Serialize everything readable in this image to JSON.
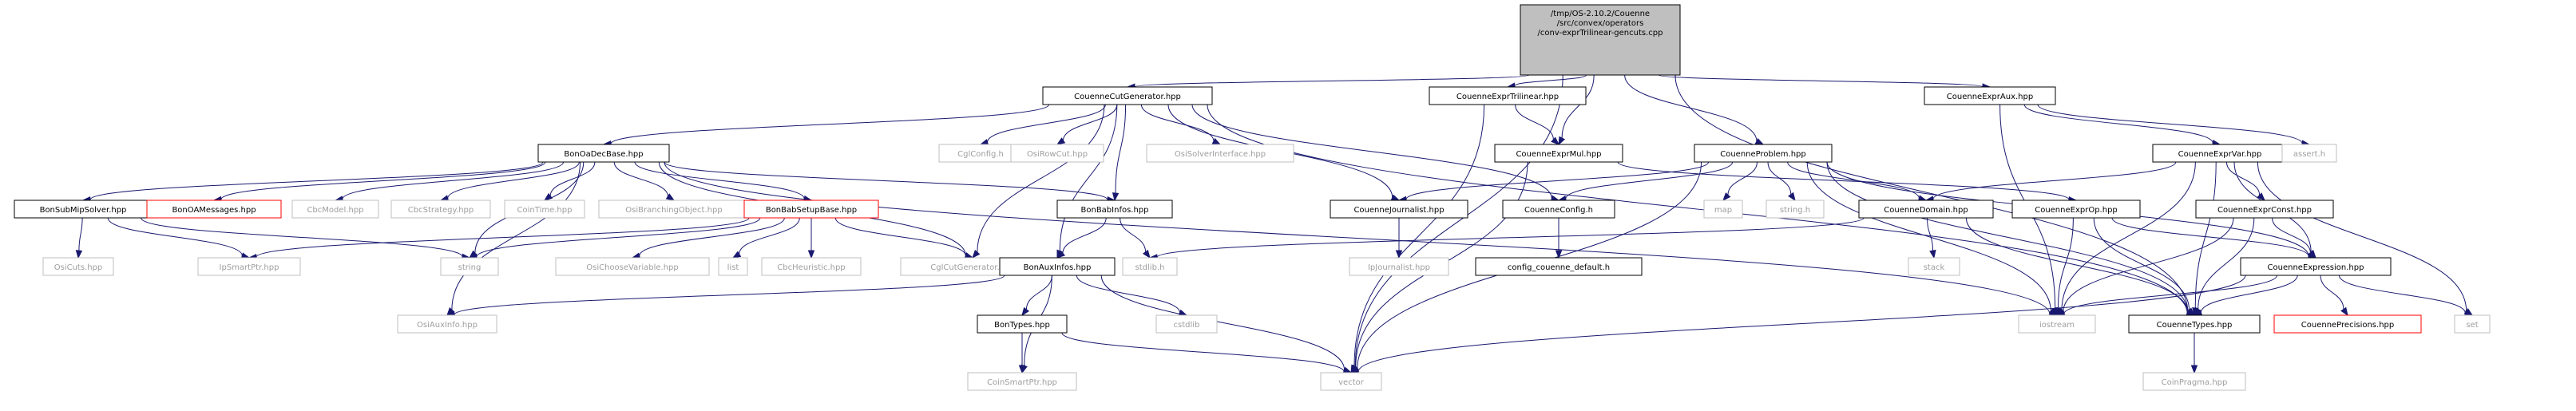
{
  "colors": {
    "edge": "#191970",
    "root_fill": "#bfbfbf",
    "box_stroke_normal": "#000000",
    "box_stroke_external": "#bfbfbf",
    "box_stroke_missing": "#ff0000",
    "text_normal": "#000000",
    "text_external": "#9e9e9e"
  },
  "root": {
    "lines": [
      "/tmp/OS-2.10.2/Couenne",
      "/src/convex/operators",
      "/conv-exprTrilinear-gencuts.cpp"
    ]
  },
  "nodes": [
    {
      "id": "CouenneCutGenerator",
      "label": "CouenneCutGenerator.hpp",
      "kind": "normal"
    },
    {
      "id": "CouenneExprTrilinear",
      "label": "CouenneExprTrilinear.hpp",
      "kind": "normal"
    },
    {
      "id": "CouenneExprAux",
      "label": "CouenneExprAux.hpp",
      "kind": "normal"
    },
    {
      "id": "BonOaDecBase",
      "label": "BonOaDecBase.hpp",
      "kind": "normal"
    },
    {
      "id": "CglConfig",
      "label": "CglConfig.h",
      "kind": "external"
    },
    {
      "id": "OsiRowCut",
      "label": "OsiRowCut.hpp",
      "kind": "external"
    },
    {
      "id": "OsiSolverInterface",
      "label": "OsiSolverInterface.hpp",
      "kind": "external"
    },
    {
      "id": "CouenneExprMul",
      "label": "CouenneExprMul.hpp",
      "kind": "normal"
    },
    {
      "id": "CouenneProblem",
      "label": "CouenneProblem.hpp",
      "kind": "normal"
    },
    {
      "id": "CouenneExprVar",
      "label": "CouenneExprVar.hpp",
      "kind": "normal"
    },
    {
      "id": "assert",
      "label": "assert.h",
      "kind": "external"
    },
    {
      "id": "BonSubMipSolver",
      "label": "BonSubMipSolver.hpp",
      "kind": "normal"
    },
    {
      "id": "BonOAMessages",
      "label": "BonOAMessages.hpp",
      "kind": "missing"
    },
    {
      "id": "CbcModel",
      "label": "CbcModel.hpp",
      "kind": "external"
    },
    {
      "id": "CbcStrategy",
      "label": "CbcStrategy.hpp",
      "kind": "external"
    },
    {
      "id": "CoinTime",
      "label": "CoinTime.hpp",
      "kind": "external"
    },
    {
      "id": "OsiBranchingObject",
      "label": "OsiBranchingObject.hpp",
      "kind": "external"
    },
    {
      "id": "BonBabSetupBase",
      "label": "BonBabSetupBase.hpp",
      "kind": "missing"
    },
    {
      "id": "BonBabInfos",
      "label": "BonBabInfos.hpp",
      "kind": "normal"
    },
    {
      "id": "CouenneJournalist",
      "label": "CouenneJournalist.hpp",
      "kind": "normal"
    },
    {
      "id": "CouenneConfig",
      "label": "CouenneConfig.h",
      "kind": "normal"
    },
    {
      "id": "map",
      "label": "map",
      "kind": "external"
    },
    {
      "id": "stringh",
      "label": "string.h",
      "kind": "external"
    },
    {
      "id": "CouenneDomain",
      "label": "CouenneDomain.hpp",
      "kind": "normal"
    },
    {
      "id": "CouenneExprOp",
      "label": "CouenneExprOp.hpp",
      "kind": "normal"
    },
    {
      "id": "CouenneExprConst",
      "label": "CouenneExprConst.hpp",
      "kind": "normal"
    },
    {
      "id": "OsiCuts",
      "label": "OsiCuts.hpp",
      "kind": "external"
    },
    {
      "id": "IpSmartPtr",
      "label": "IpSmartPtr.hpp",
      "kind": "external"
    },
    {
      "id": "string",
      "label": "string",
      "kind": "external"
    },
    {
      "id": "OsiChooseVariable",
      "label": "OsiChooseVariable.hpp",
      "kind": "external"
    },
    {
      "id": "list",
      "label": "list",
      "kind": "external"
    },
    {
      "id": "CbcHeuristic",
      "label": "CbcHeuristic.hpp",
      "kind": "external"
    },
    {
      "id": "CglCutGenerator",
      "label": "CglCutGenerator.hpp",
      "kind": "external"
    },
    {
      "id": "stdlib",
      "label": "stdlib.h",
      "kind": "external"
    },
    {
      "id": "IpJournalist",
      "label": "IpJournalist.hpp",
      "kind": "external"
    },
    {
      "id": "config_couenne_default",
      "label": "config_couenne_default.h",
      "kind": "normal"
    },
    {
      "id": "stack",
      "label": "stack",
      "kind": "external"
    },
    {
      "id": "CouenneExpression",
      "label": "CouenneExpression.hpp",
      "kind": "normal"
    },
    {
      "id": "BonAuxInfos",
      "label": "BonAuxInfos.hpp",
      "kind": "normal"
    },
    {
      "id": "cstdlib",
      "label": "cstdlib",
      "kind": "external"
    },
    {
      "id": "OsiAuxInfo",
      "label": "OsiAuxInfo.hpp",
      "kind": "external"
    },
    {
      "id": "BonTypes",
      "label": "BonTypes.hpp",
      "kind": "normal"
    },
    {
      "id": "iostream",
      "label": "iostream",
      "kind": "external"
    },
    {
      "id": "CouenneTypes",
      "label": "CouenneTypes.hpp",
      "kind": "normal"
    },
    {
      "id": "CouennePrecisions",
      "label": "CouennePrecisions.hpp",
      "kind": "missing"
    },
    {
      "id": "set",
      "label": "set",
      "kind": "external"
    },
    {
      "id": "CoinSmartPtr",
      "label": "CoinSmartPtr.hpp",
      "kind": "external"
    },
    {
      "id": "vector",
      "label": "vector",
      "kind": "external"
    },
    {
      "id": "CoinPragma",
      "label": "CoinPragma.hpp",
      "kind": "external"
    }
  ],
  "edges": [
    [
      "root",
      "CouenneCutGenerator"
    ],
    [
      "root",
      "CouenneExprTrilinear"
    ],
    [
      "root",
      "CouenneExprAux"
    ],
    [
      "root",
      "CouenneExprMul"
    ],
    [
      "root",
      "CouenneProblem"
    ],
    [
      "root",
      "vector"
    ],
    [
      "root",
      "CouenneTypes"
    ],
    [
      "CouenneCutGenerator",
      "BonOaDecBase"
    ],
    [
      "CouenneCutGenerator",
      "CglConfig"
    ],
    [
      "CouenneCutGenerator",
      "OsiRowCut"
    ],
    [
      "CouenneCutGenerator",
      "OsiSolverInterface"
    ],
    [
      "CouenneCutGenerator",
      "BonBabInfos"
    ],
    [
      "CouenneCutGenerator",
      "CouenneJournalist"
    ],
    [
      "CouenneCutGenerator",
      "CouenneConfig"
    ],
    [
      "CouenneCutGenerator",
      "CglCutGenerator"
    ],
    [
      "CouenneCutGenerator",
      "BonAuxInfos"
    ],
    [
      "CouenneCutGenerator",
      "CouenneTypes"
    ],
    [
      "CouenneExprTrilinear",
      "CouenneExprMul"
    ],
    [
      "CouenneExprTrilinear",
      "vector"
    ],
    [
      "CouenneExprAux",
      "CouenneExprVar"
    ],
    [
      "CouenneExprAux",
      "assert"
    ],
    [
      "CouenneExprAux",
      "iostream"
    ],
    [
      "BonOaDecBase",
      "BonSubMipSolver"
    ],
    [
      "BonOaDecBase",
      "BonOAMessages"
    ],
    [
      "BonOaDecBase",
      "CbcModel"
    ],
    [
      "BonOaDecBase",
      "CbcStrategy"
    ],
    [
      "BonOaDecBase",
      "CoinTime"
    ],
    [
      "BonOaDecBase",
      "OsiBranchingObject"
    ],
    [
      "BonOaDecBase",
      "BonBabSetupBase"
    ],
    [
      "BonOaDecBase",
      "BonBabInfos"
    ],
    [
      "BonOaDecBase",
      "CglCutGenerator"
    ],
    [
      "BonOaDecBase",
      "OsiAuxInfo"
    ],
    [
      "BonOaDecBase",
      "iostream"
    ],
    [
      "BonOaDecBase",
      "string"
    ],
    [
      "CouenneExprMul",
      "CouenneExprOp"
    ],
    [
      "CouenneExprMul",
      "vector"
    ],
    [
      "CouenneProblem",
      "CouenneJournalist"
    ],
    [
      "CouenneProblem",
      "CouenneConfig"
    ],
    [
      "CouenneProblem",
      "map"
    ],
    [
      "CouenneProblem",
      "stringh"
    ],
    [
      "CouenneProblem",
      "CouenneDomain"
    ],
    [
      "CouenneProblem",
      "CouenneExpression"
    ],
    [
      "CouenneProblem",
      "CouenneTypes"
    ],
    [
      "CouenneProblem",
      "iostream"
    ],
    [
      "CouenneProblem",
      "vector"
    ],
    [
      "CouenneExprVar",
      "CouenneDomain"
    ],
    [
      "CouenneExprVar",
      "CouenneExprConst"
    ],
    [
      "CouenneExprVar",
      "CouenneExpression"
    ],
    [
      "CouenneExprVar",
      "CouenneTypes"
    ],
    [
      "CouenneExprVar",
      "iostream"
    ],
    [
      "CouenneExprVar",
      "set"
    ],
    [
      "BonSubMipSolver",
      "OsiCuts"
    ],
    [
      "BonSubMipSolver",
      "IpSmartPtr"
    ],
    [
      "BonSubMipSolver",
      "string"
    ],
    [
      "BonBabSetupBase",
      "IpSmartPtr"
    ],
    [
      "BonBabSetupBase",
      "string"
    ],
    [
      "BonBabSetupBase",
      "OsiChooseVariable"
    ],
    [
      "BonBabSetupBase",
      "list"
    ],
    [
      "BonBabSetupBase",
      "CbcHeuristic"
    ],
    [
      "BonBabSetupBase",
      "CglCutGenerator"
    ],
    [
      "BonBabInfos",
      "BonAuxInfos"
    ],
    [
      "BonBabInfos",
      "stdlib"
    ],
    [
      "CouenneJournalist",
      "IpJournalist"
    ],
    [
      "CouenneConfig",
      "config_couenne_default"
    ],
    [
      "CouenneDomain",
      "stack"
    ],
    [
      "CouenneDomain",
      "CouenneTypes"
    ],
    [
      "CouenneDomain",
      "stdlib"
    ],
    [
      "CouenneExprOp",
      "CouenneExpression"
    ],
    [
      "CouenneExprOp",
      "CouenneTypes"
    ],
    [
      "CouenneExprOp",
      "iostream"
    ],
    [
      "CouenneExprConst",
      "CouenneExpression"
    ],
    [
      "CouenneExprConst",
      "CouenneTypes"
    ],
    [
      "CouenneExprConst",
      "iostream"
    ],
    [
      "CouenneExpression",
      "iostream"
    ],
    [
      "CouenneExpression",
      "set"
    ],
    [
      "CouenneExpression",
      "vector"
    ],
    [
      "CouenneExpression",
      "CouenneTypes"
    ],
    [
      "CouenneExpression",
      "CouennePrecisions"
    ],
    [
      "BonAuxInfos",
      "cstdlib"
    ],
    [
      "BonAuxInfos",
      "OsiAuxInfo"
    ],
    [
      "BonAuxInfos",
      "BonTypes"
    ],
    [
      "BonAuxInfos",
      "CoinSmartPtr"
    ],
    [
      "BonAuxInfos",
      "vector"
    ],
    [
      "BonTypes",
      "vector"
    ],
    [
      "BonTypes",
      "CoinSmartPtr"
    ],
    [
      "CouenneTypes",
      "CoinPragma"
    ]
  ]
}
